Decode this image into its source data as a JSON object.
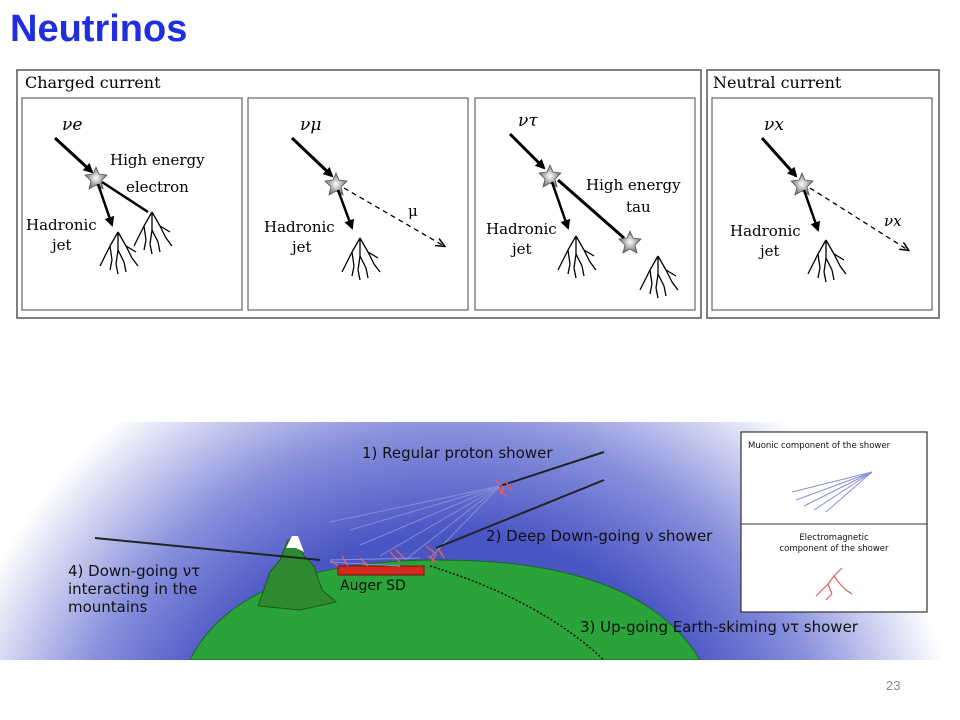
{
  "slide": {
    "title": "Neutrinos",
    "page_number": "23"
  },
  "interactions": {
    "charged_label": "Charged current",
    "neutral_label": "Neutral current",
    "panels": [
      {
        "neutrino": "νe",
        "products": [
          "High energy",
          "electron"
        ],
        "jet": [
          "Hadronic",
          "jet"
        ]
      },
      {
        "neutrino": "νμ",
        "products": [
          "μ"
        ],
        "jet": [
          "Hadronic",
          "jet"
        ]
      },
      {
        "neutrino": "ντ",
        "products": [
          "High energy",
          "tau"
        ],
        "jet": [
          "Hadronic",
          "jet"
        ]
      },
      {
        "neutrino": "νx",
        "products": [
          "νx"
        ],
        "jet": [
          "Hadronic",
          "jet"
        ]
      }
    ]
  },
  "showers": {
    "labels": {
      "regular": "1) Regular proton shower",
      "deep": "2) Deep Down-going ν shower",
      "upgoing": "3) Up-going Earth-skiming ντ shower",
      "downgoing": [
        "4) Down-going ντ",
        "interacting in the",
        "mountains"
      ],
      "auger": "Auger SD"
    },
    "legend": {
      "muonic": "Muonic component of the shower",
      "em": [
        "Electromagnetic",
        "component of the shower"
      ]
    },
    "colors": {
      "earth": "#2aa33a",
      "sky": "#5560c8",
      "muon_tracks": "#7e86d4",
      "em_shower": "#e06060",
      "detector": "#d42a1e"
    }
  }
}
